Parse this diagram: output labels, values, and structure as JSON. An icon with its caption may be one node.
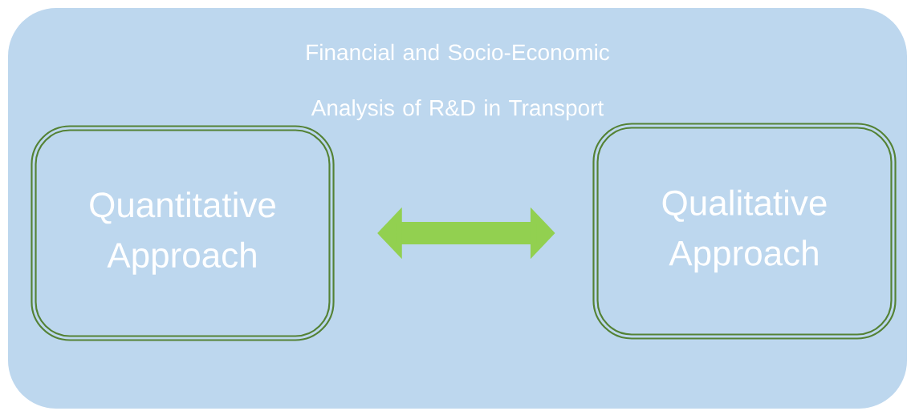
{
  "diagram": {
    "nodes": [
      {
        "text": [
          "Financial and Socio-Economic Analysis of R&D in Transport"
        ]
      },
      {
        "text": [
          "Quantitative Approach"
        ],
        "in": 0
      },
      {
        "text": [
          "Qualitative Approach"
        ],
        "in": 0
      }
    ],
    "edges": [
      {
        "from": 1,
        "to": 2,
        "arrow": "both",
        "color": "#92d050"
      }
    ]
  }
}
